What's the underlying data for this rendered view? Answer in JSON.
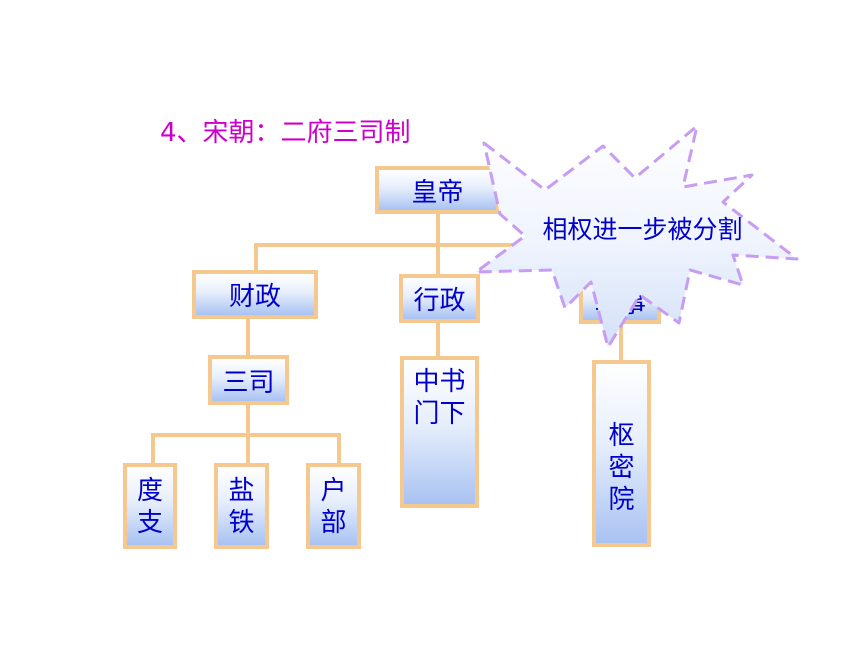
{
  "title": "4、宋朝：二府三司制",
  "nodes": {
    "emperor": "皇帝",
    "finance": "财政",
    "administration": "行政",
    "military": "军事",
    "sansi": "三司",
    "zhongshu": [
      "中书",
      "门下"
    ],
    "shumiyuan": [
      "枢",
      "密",
      "院"
    ],
    "duzhi": [
      "度",
      "支"
    ],
    "yantie": [
      "盐",
      "铁"
    ],
    "hubu": [
      "户",
      "部"
    ]
  },
  "callout": "相权进一步被分割",
  "colors": {
    "title": "#cc00cc",
    "box_text": "#0000cc",
    "border_and_lines": "#f5c890",
    "callout_outline": "#c79cf2"
  }
}
